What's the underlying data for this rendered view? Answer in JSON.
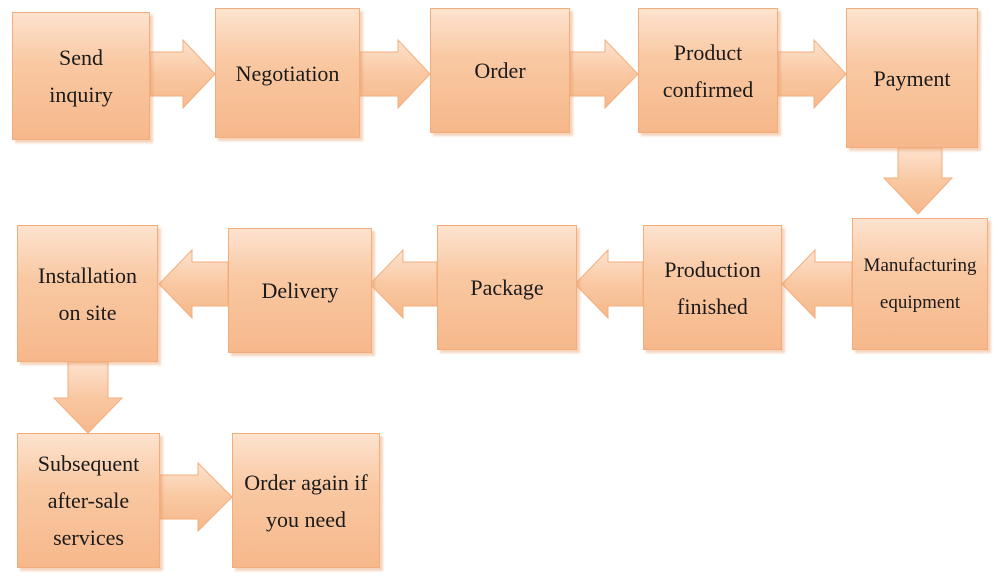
{
  "steps": {
    "send_inquiry": "Send\ninquiry",
    "negotiation": "Negotiation",
    "order": "Order",
    "product_confirmed": "Product\nconfirmed",
    "payment": "Payment",
    "manufacturing_equipment": "Manufacturing\nequipment",
    "production_finished": "Production\nfinished",
    "package": "Package",
    "delivery": "Delivery",
    "installation_on_site": "Installation\non site",
    "subsequent_services": "Subsequent\nafter-sale\nservices",
    "order_again": "Order again if\nyou need"
  },
  "colors": {
    "fill": "#f9c8a2",
    "border": "#f3ad7c"
  }
}
